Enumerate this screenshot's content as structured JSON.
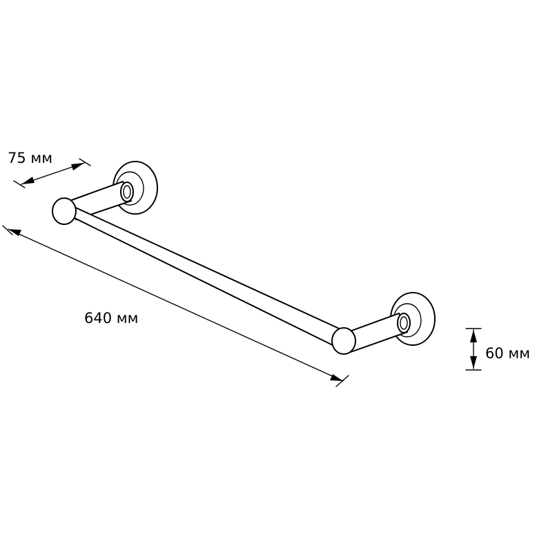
{
  "dimensions": {
    "depth": "75 мм",
    "length": "640 мм",
    "height": "60 мм"
  },
  "colors": {
    "line": "#000000",
    "background": "#ffffff"
  }
}
